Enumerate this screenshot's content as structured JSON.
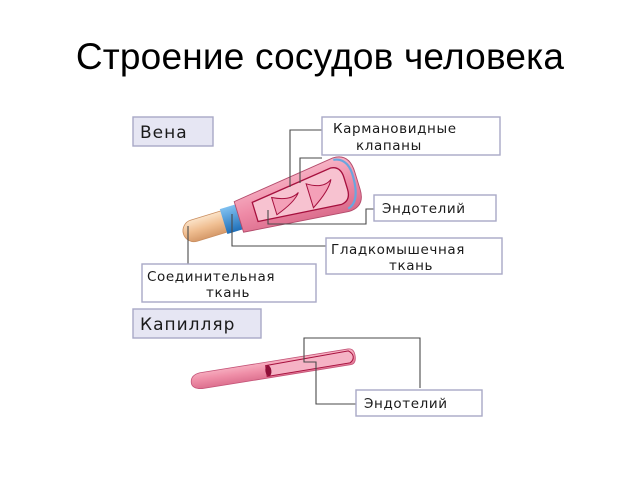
{
  "title": "Строение сосудов человека",
  "vein": {
    "header": "Вена",
    "labels": {
      "valves_line1": "Кармановидные",
      "valves_line2": "клапаны",
      "endothelium": "Эндотелий",
      "smooth_muscle_line1": "Гладкомышечная",
      "smooth_muscle_line2": "ткань",
      "connective_line1": "Соединительная",
      "connective_line2": "ткань"
    }
  },
  "capillary": {
    "header": "Капилляр",
    "labels": {
      "endothelium": "Эндотелий"
    }
  },
  "colors": {
    "header_fill": "#e6e6f3",
    "box_border": "#a9a9c6",
    "vessel_pink": "#f08ca6",
    "vessel_dark": "#a6103e",
    "connective": "#f1c9a0",
    "smooth_muscle_blue": "#2f86d0"
  }
}
